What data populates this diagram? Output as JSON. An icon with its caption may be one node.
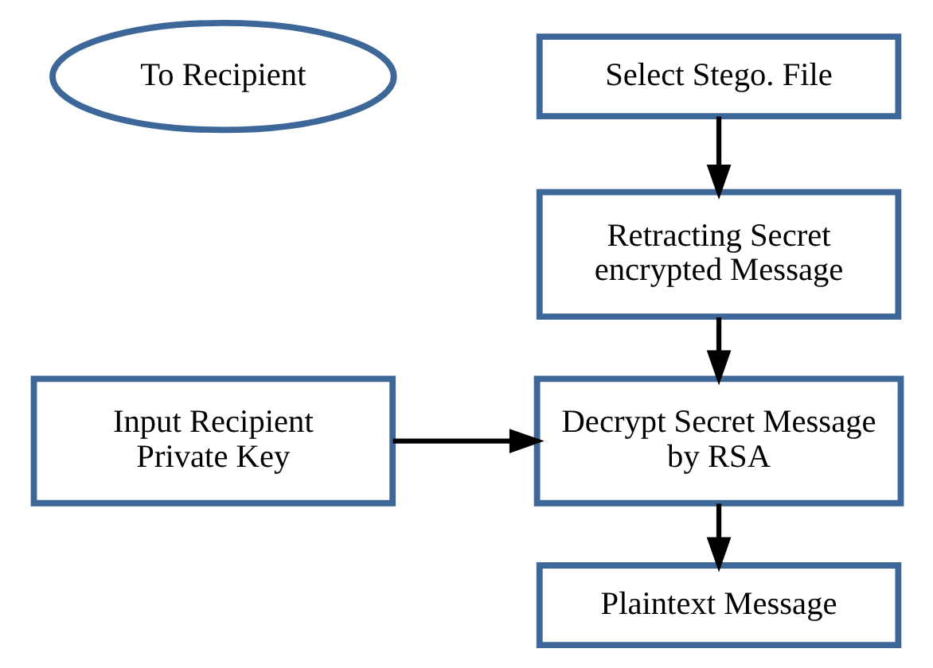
{
  "diagram": {
    "nodes": [
      {
        "text": [
          "To Recipient"
        ]
      },
      {
        "text": [
          "Select Stego. File"
        ]
      },
      {
        "text": [
          "Retracting Secret encrypted Message"
        ]
      },
      {
        "text": [
          "Input Recipient Private Key"
        ]
      },
      {
        "text": [
          "Decrypt Secret Message by RSA"
        ]
      },
      {
        "text": [
          "Plaintext Message"
        ]
      }
    ],
    "edges": [
      {
        "from": 1,
        "to": 2,
        "arrow": "to"
      },
      {
        "from": 2,
        "to": 4,
        "arrow": "to"
      },
      {
        "from": 3,
        "to": 4,
        "arrow": "to"
      },
      {
        "from": 4,
        "to": 5,
        "arrow": "to"
      }
    ]
  }
}
